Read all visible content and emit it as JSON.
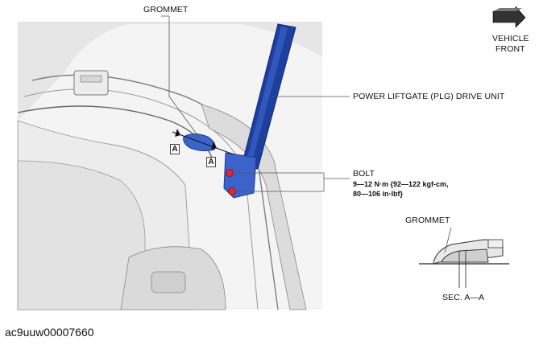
{
  "labels": {
    "grommet_top": "GROMMET",
    "vehicle_front_line1": "VEHICLE",
    "vehicle_front_line2": "FRONT",
    "drive_unit": "POWER LIFTGATE (PLG) DRIVE UNIT",
    "bolt": "BOLT",
    "torque_line1": "9—12 N·m {92—122 kgf-cm,",
    "torque_line2": "80—106 in·lbf}",
    "section_letter_1": "A",
    "section_letter_2": "A",
    "grommet_section": "GROMMET",
    "section_caption": "SEC. A—A",
    "figure_code": "ac9uuw00007660"
  },
  "icons": {
    "direction_arrow": "vehicle-front-arrow-icon"
  },
  "colors": {
    "drive_unit_blue": "#1d3f9e",
    "highlight_blue": "#3b63c9",
    "bolt_red": "#e0262f",
    "line_gray": "#555555"
  }
}
